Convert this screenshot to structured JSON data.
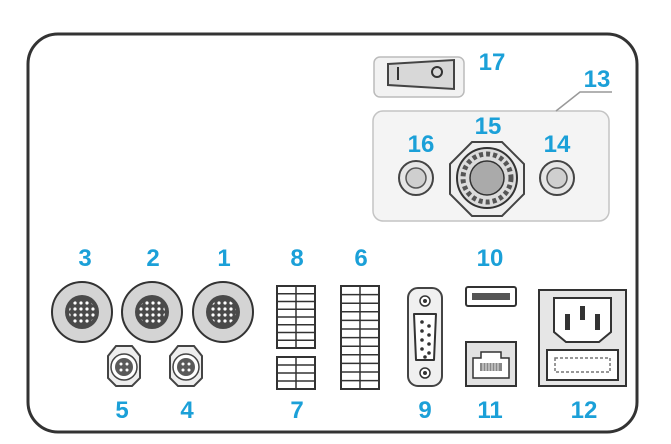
{
  "labels": {
    "c1": "1",
    "c2": "2",
    "c3": "3",
    "c4": "4",
    "c5": "5",
    "c6": "6",
    "c7": "7",
    "c8": "8",
    "c9": "9",
    "c10": "10",
    "c11": "11",
    "c12": "12",
    "c13": "13",
    "c14": "14",
    "c15": "15",
    "c16": "16",
    "c17": "17"
  },
  "colors": {
    "label": "#1ba0d8",
    "outline": "#333333",
    "panel_fill": "#f0f0f0",
    "connector_dark": "#555555"
  },
  "icons": {
    "c1": "circular-multipin-connector-icon",
    "c2": "circular-multipin-connector-icon",
    "c3": "circular-multipin-connector-icon",
    "c4": "small-4pin-connector-icon",
    "c5": "small-4pin-connector-icon",
    "c6": "terminal-block-12-icon",
    "c7": "terminal-block-4-icon",
    "c8": "terminal-block-8-icon",
    "c9": "dsub-9-connector-icon",
    "c10": "usb-port-icon",
    "c11": "rj45-ethernet-port-icon",
    "c12": "power-inlet-fuse-icon",
    "c13": "control-panel-group",
    "c14": "button-right-icon",
    "c15": "rotary-knob-icon",
    "c16": "button-left-icon",
    "c17": "rocker-switch-icon"
  }
}
